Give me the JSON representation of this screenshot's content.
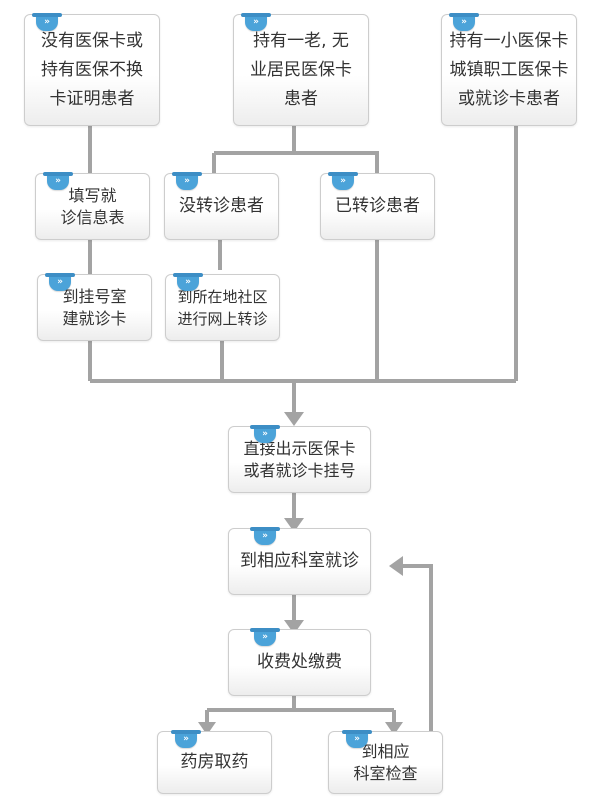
{
  "colors": {
    "connector": "#a3a3a3",
    "badge": "#4ba3d9",
    "text": "#333333"
  },
  "badge_icon": "double-chevron-down-icon",
  "nodes": {
    "no_card": "没有医保卡或\n持有医保不换\n卡证明患者",
    "old_resident": "持有一老, 无\n业居民医保卡\n患者",
    "child_worker": "持有一小医保卡\n城镇职工医保卡\n或就诊卡患者",
    "fill_form": "填写就\n诊信息表",
    "not_referred": "没转诊患者",
    "referred": "已转诊患者",
    "registration_room": "到挂号室\n建就诊卡",
    "community_referral": "到所在地社区\n进行网上转诊",
    "show_card": "直接出示医保卡\n或者就诊卡挂号",
    "department_visit": "到相应科室就诊",
    "payment": "收费处缴费",
    "pharmacy": "药房取药",
    "department_exam": "到相应\n科室检查"
  }
}
